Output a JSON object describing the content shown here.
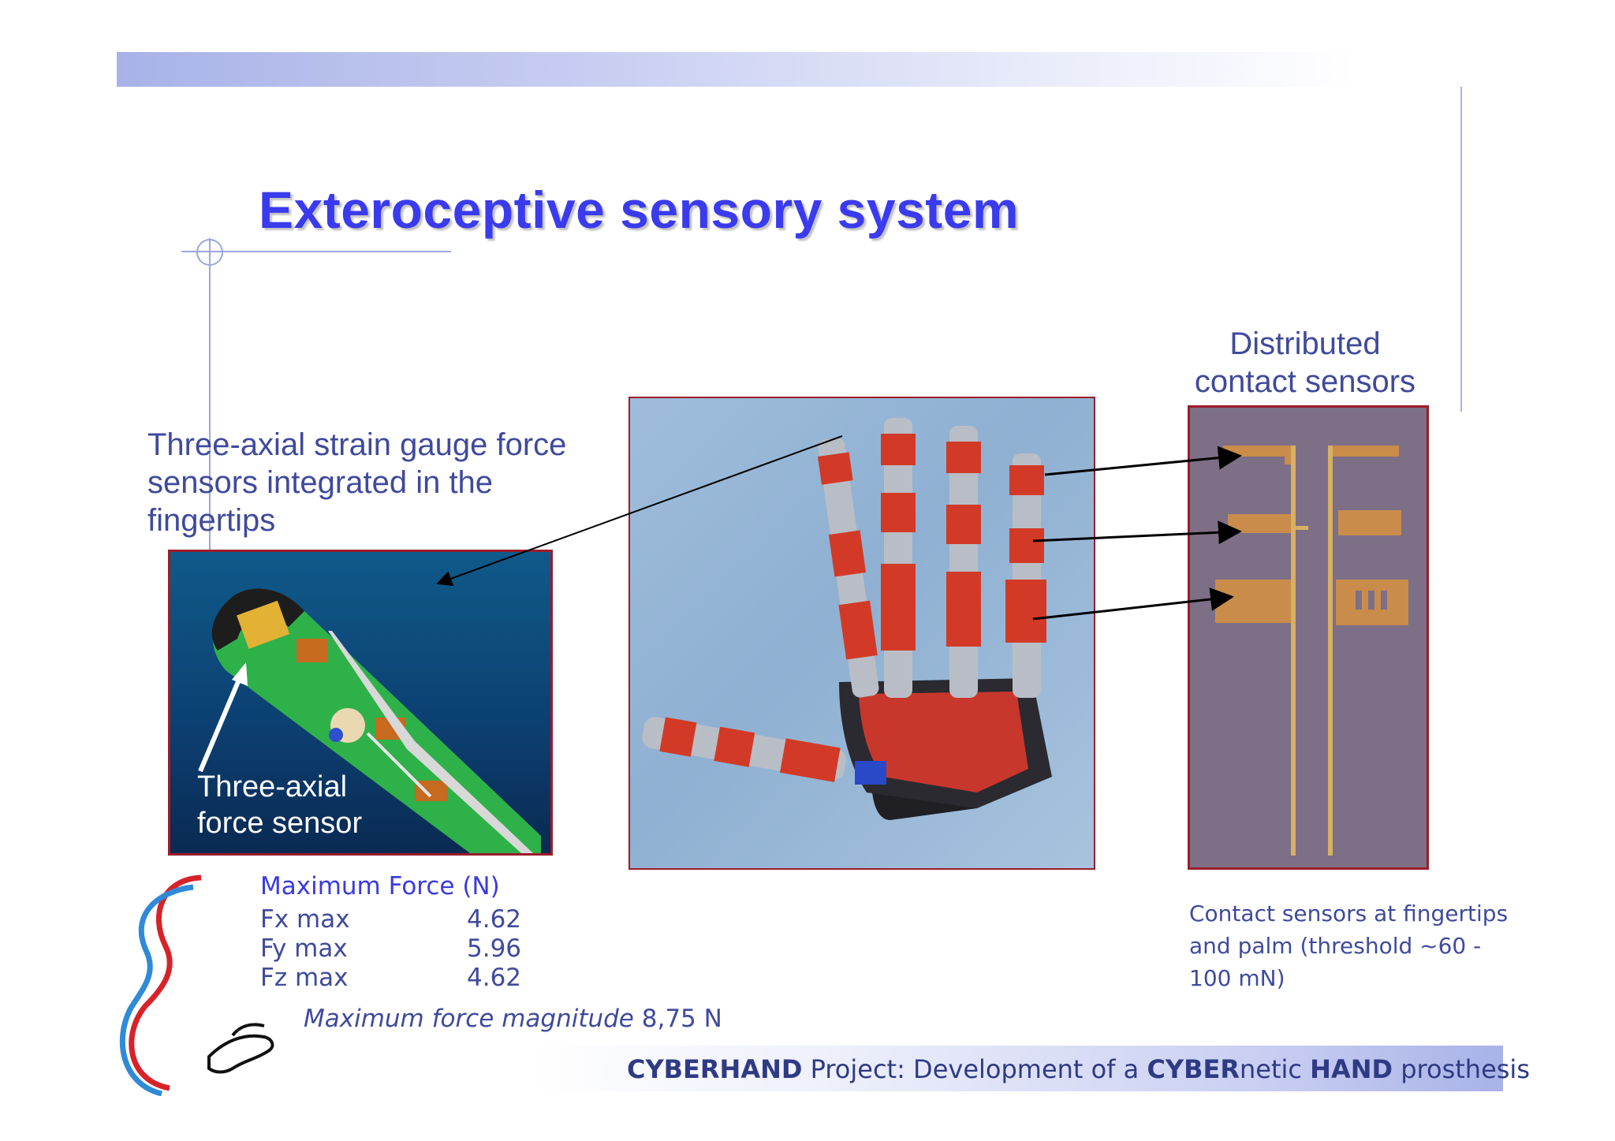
{
  "title": "Exteroceptive sensory system",
  "labels": {
    "strain_gauge": "Three-axial strain gauge force sensors integrated in the fingertips",
    "distributed_line1": "Distributed",
    "distributed_line2": "contact sensors",
    "inset_line1": "Three-axial",
    "inset_line2": "force sensor"
  },
  "force_table": {
    "heading": "Maximum Force (N)",
    "rows": [
      {
        "key": "Fx max",
        "value": "4.62"
      },
      {
        "key": "Fy max",
        "value": "5.96"
      },
      {
        "key": "Fz max",
        "value": "4.62"
      }
    ],
    "magnitude_label": "Maximum force magnitude",
    "magnitude_value": "8,75 N"
  },
  "contact_caption": {
    "line1": "Contact sensors at fingertips",
    "line2": "and palm (threshold ~60 -",
    "line3": "100 mN)"
  },
  "footer": {
    "part1": "CYBERHAND",
    "part2": " Project: Development of a ",
    "part3": "CYBER",
    "part4": "netic ",
    "part5": "HAND",
    "part6": " prosthesis"
  },
  "colors": {
    "title": "#3a3aee",
    "label": "#3f4a9c",
    "panel_border": "#9c1c2a",
    "band": "#a9b2e8"
  },
  "icons": [
    "cyberhand-logo-icon",
    "robotic-hand-photo",
    "fingertip-cad-render",
    "contact-sensor-strips-photo"
  ]
}
